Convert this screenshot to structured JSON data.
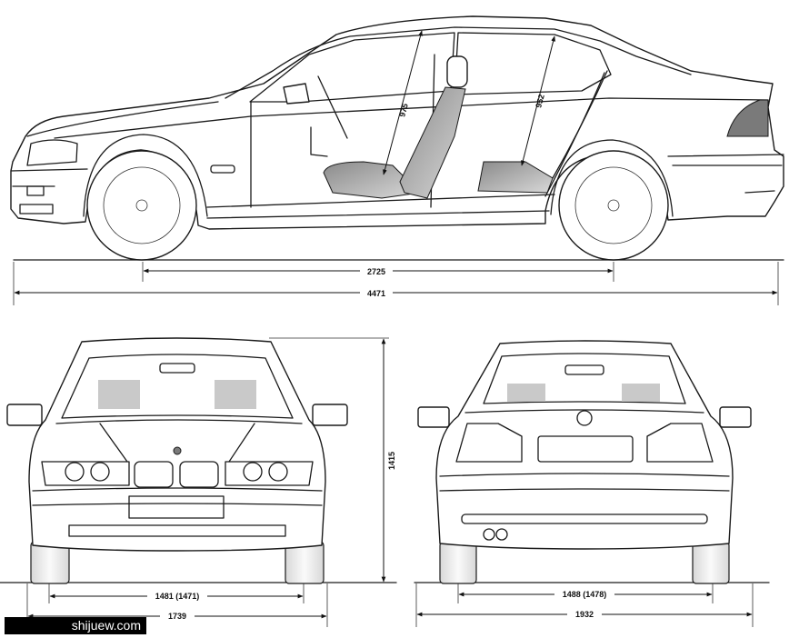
{
  "dimensions": {
    "wheelbase": "2725",
    "length": "4471",
    "front_headroom": "975",
    "rear_headroom": "952",
    "height": "1415",
    "front_track": "1481 (1471)",
    "front_width": "1739",
    "rear_track": "1488 (1478)",
    "rear_width": "1932"
  },
  "watermark": "shijuew.com"
}
